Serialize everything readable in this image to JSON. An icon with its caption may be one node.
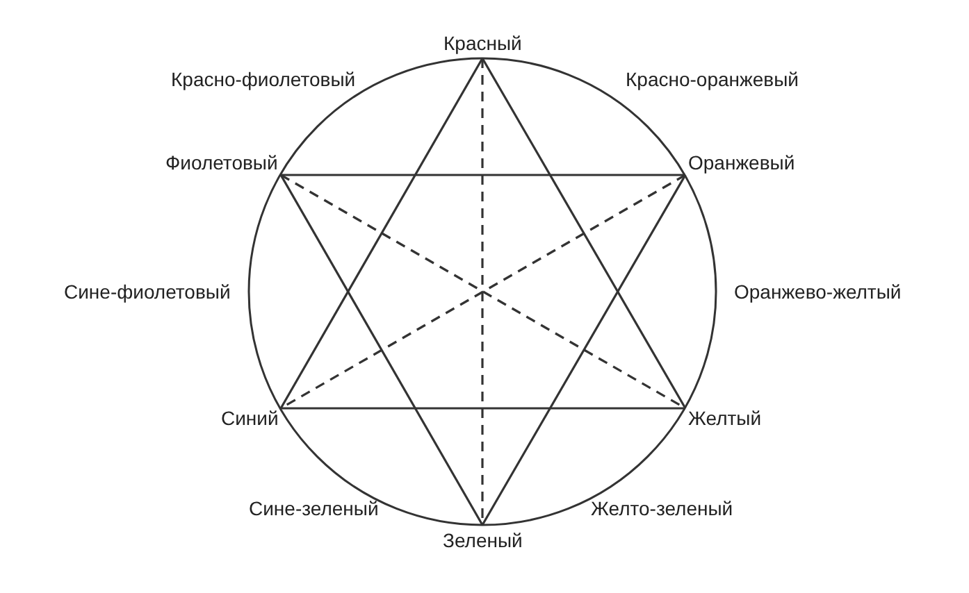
{
  "diagram": {
    "nodes": [
      {
        "text": [
          "Красный"
        ]
      },
      {
        "text": [
          "Фиолетовый"
        ]
      },
      {
        "text": [
          "Оранжевый"
        ]
      },
      {
        "text": [
          "Синий"
        ]
      },
      {
        "text": [
          "Желтый"
        ]
      },
      {
        "text": [
          "Зеленый"
        ]
      }
    ],
    "edges": [
      {
        "from": 0,
        "to": 4,
        "arrow": "none"
      },
      {
        "from": 4,
        "to": 3,
        "arrow": "none"
      },
      {
        "from": 3,
        "to": 0,
        "arrow": "none"
      },
      {
        "from": 2,
        "to": 5,
        "arrow": "none"
      },
      {
        "from": 5,
        "to": 1,
        "arrow": "none"
      },
      {
        "from": 1,
        "to": 2,
        "arrow": "none"
      },
      {
        "from": 0,
        "to": 5,
        "arrow": "none",
        "style": "dashed"
      },
      {
        "from": 1,
        "to": 4,
        "arrow": "none",
        "style": "dashed"
      },
      {
        "from": 2,
        "to": 3,
        "arrow": "none",
        "style": "dashed"
      }
    ],
    "labels": [
      "Красно-фиолетовый",
      "Красно-оранжевый",
      "Сине-фиолетовый",
      "Оранжево-желтый",
      "Сине-зеленый",
      "Желто-зеленый"
    ]
  }
}
